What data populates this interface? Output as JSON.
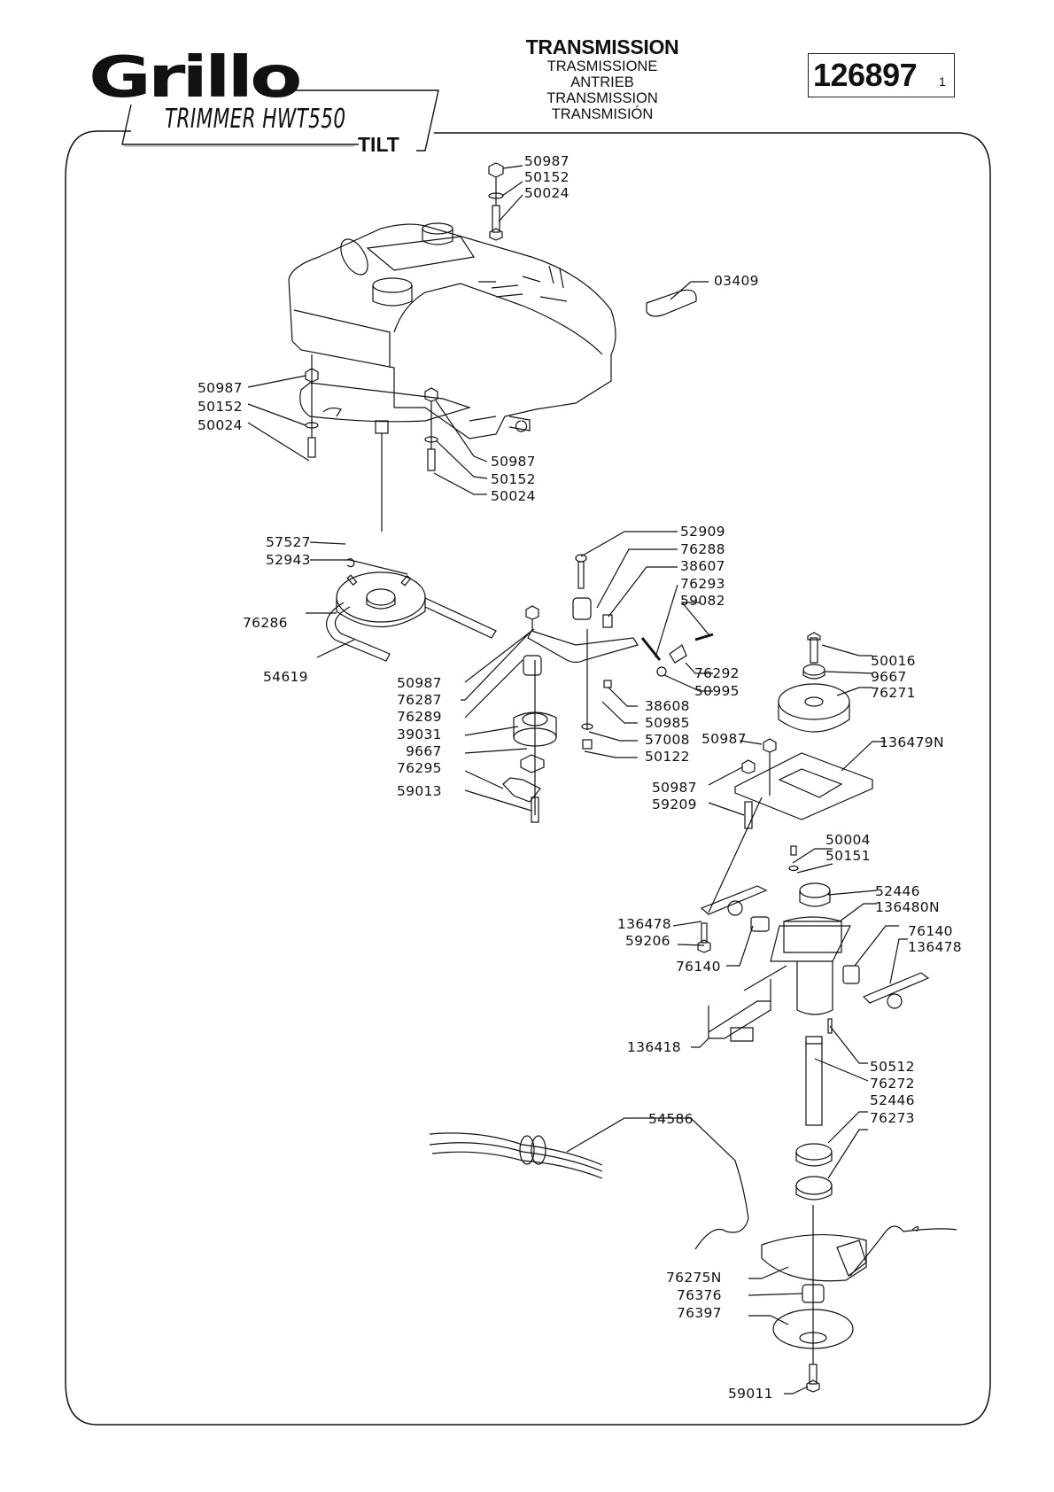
{
  "header": {
    "brand": "Grillo",
    "model": "TRIMMER HWT550",
    "variant": "TILT",
    "title": "TRANSMISSION",
    "title_translations": [
      "TRASMISSIONE",
      "ANTRIEB",
      "TRANSMISSION",
      "TRANSMISIÓN"
    ],
    "part_number": "126897",
    "revision": "1"
  },
  "parts": {
    "top_nut": "50987",
    "top_washer": "50152",
    "top_bolt": "50024",
    "decal": "03409",
    "left_nut": "50987",
    "left_washer": "50152",
    "left_bolt": "50024",
    "mid_nut": "50987",
    "mid_washer": "50152",
    "mid_bolt": "50024",
    "key": "57527",
    "set_screw": "52943",
    "engine_pulley": "76286",
    "belt": "54619",
    "tensioner_bolt": "52909",
    "spacer": "76288",
    "screw_38607": "38607",
    "spring": "76293",
    "bolt_59082": "59082",
    "bracket_76292": "76292",
    "nut_50995": "50995",
    "arm_nut": "50987",
    "bushing_76287": "76287",
    "bushing_76289": "76289",
    "idler_pulley": "39031",
    "washer_9667": "9667",
    "belt_guide": "76295",
    "bolt_59013": "59013",
    "spacer_38608": "38608",
    "nut_50985": "50985",
    "washer_57008": "57008",
    "nut_50122": "50122",
    "pulley_bolt": "50016",
    "pulley_washer": "9667",
    "driven_pulley": "76271",
    "plate_nut_a": "50987",
    "plate": "136479N",
    "plate_nut_b": "50987",
    "plate_bolt": "59209",
    "screw_50004": "50004",
    "washer_50151": "50151",
    "bearing_top": "52446",
    "housing": "136480N",
    "pivot_arm_left": "136478",
    "bolt_59206": "59206",
    "bushing_left": "76140",
    "bushing_right": "76140",
    "pivot_arm_right": "136478",
    "support": "136418",
    "key_50512": "50512",
    "shaft": "76272",
    "cable": "54586",
    "bearing_bottom": "52446",
    "bearing_76273": "76273",
    "blade_guard": "76275N",
    "hub_spacer": "76376",
    "cup": "76397",
    "bottom_bolt": "59011"
  }
}
